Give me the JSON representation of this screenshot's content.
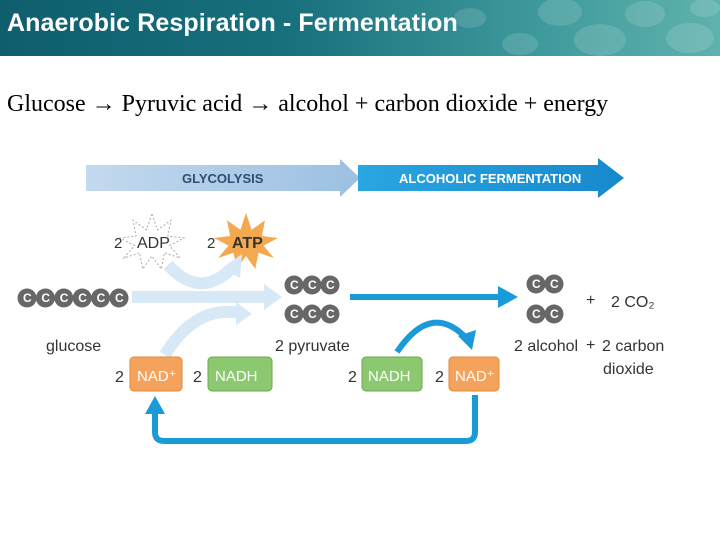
{
  "title": "Anaerobic Respiration - Fermentation",
  "equation": "Glucose → Pyruvic acid → alcohol + carbon dioxide + energy",
  "diagram": {
    "glycolysis_label": "GLYCOLYSIS",
    "fermentation_label": "ALCOHOLIC FERMENTATION",
    "adp_count": "2",
    "adp_label": "ADP",
    "atp_count": "2",
    "atp_label": "ATP",
    "carbon_label": "C",
    "glucose_label": "glucose",
    "pyruvate_label": "2 pyruvate",
    "plus_1": "+",
    "co2_label": "2 CO₂",
    "alcohol_label": "2 alcohol",
    "plus_2": "+",
    "carbon_dioxide_line1": "2 carbon",
    "carbon_dioxide_line2": "dioxide",
    "nad_count_1": "2",
    "nad_label_1": "NAD⁺",
    "nadh_count_1": "2",
    "nadh_label_1": "NADH",
    "nadh_count_2": "2",
    "nadh_label_2": "NADH",
    "nad_count_2": "2",
    "nad_label_2": "NAD⁺"
  },
  "colors": {
    "header_bg": "#17707c",
    "glycolysis_bar": "#aac8e4",
    "fermentation_bar": "#1a9ad8",
    "carbon_atom": "#676767",
    "nad_box": "#f5a35c",
    "nadh_box": "#8cc870",
    "atp_star": "#f4a950",
    "adp_star": "#ffffff",
    "cycle_arrow": "#1a9ad8"
  }
}
